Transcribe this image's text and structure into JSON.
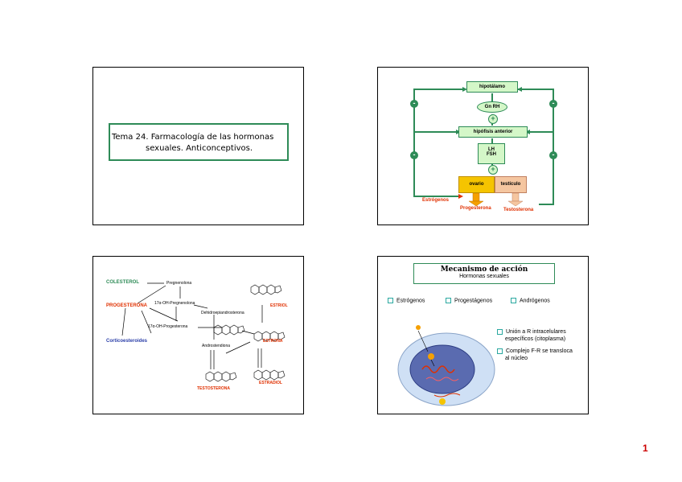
{
  "slide1": {
    "title_line1": "Tema 24. Farmacología de las hormonas",
    "title_line2": "sexuales. Anticonceptivos."
  },
  "slide2": {
    "hipotalamo": "hipotálamo",
    "gnrh": "Gn RH",
    "hipofisis": "hipófisis anterior",
    "lh": "LH",
    "fsh": "FSH",
    "ovario": "ovario",
    "testiculo": "testículo",
    "estrogenos": "Estrógenos",
    "progesterona": "Progesterona",
    "testosterona": "Testosterona",
    "minus": "-",
    "plus": "+",
    "colors": {
      "green": "#2e8b57",
      "yellow": "#f5c400",
      "peach": "#f5c6a0",
      "red": "#e03000"
    }
  },
  "slide3": {
    "colesterol": "COLESTEROL",
    "pregnenolona": "Pregnenolona",
    "progesterona": "PROGESTERONA",
    "oh_pregnenolona": "17α-OH-Pregnenolona",
    "dehidro": "Dehidroepiandrosterona",
    "oh_progesterona": "17α-OH-Progesterona",
    "corticoesteroides": "Corticoesteroides",
    "androstendiona": "Androstendiona",
    "testosterona": "TESTOSTERONA",
    "estriol": "ESTRIOL",
    "estrona": "ESTRONA",
    "estradiol": "ESTRADIOL"
  },
  "slide4": {
    "title": "Mecanismo de acción",
    "subtitle": "Hormonas sexuales",
    "items": [
      "Estrógenos",
      "Progestágenos",
      "Andrógenos"
    ],
    "bullet1_l1": "Unión a R intracelulares",
    "bullet1_l2": "específicos (citoplasma)",
    "bullet2_l1": "Complejo F-R se transloca",
    "bullet2_l2": "al núcleo"
  },
  "page_number": "1"
}
